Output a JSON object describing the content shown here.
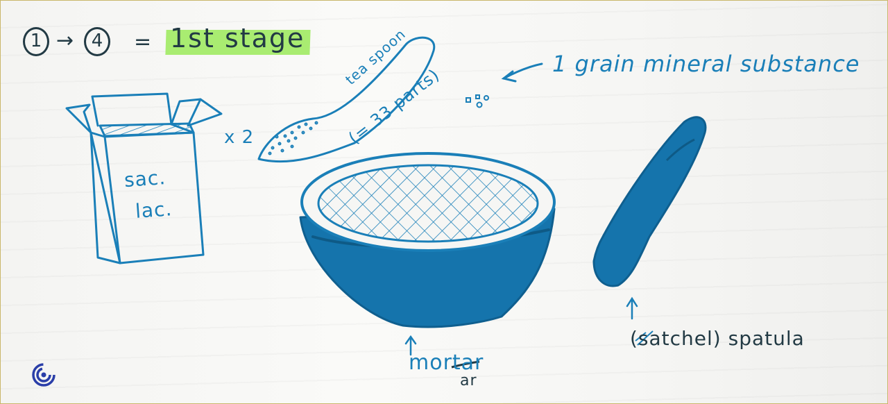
{
  "header": {
    "step_start": "1",
    "arrow": "→",
    "step_end": "4",
    "equals": "=",
    "stage_label": "1st stage"
  },
  "box": {
    "line1": "sac.",
    "line2": "lac."
  },
  "multiplier": "x 2",
  "spoon": {
    "label": "tea spoon",
    "parts": "(= 33 parts)"
  },
  "mineral_label": "1 grain mineral substance",
  "mortar": {
    "caption": "mortar",
    "correction": "ar"
  },
  "pestle": {
    "caption": "(satchel) spatula"
  },
  "colors": {
    "ink_blue": "#1a7fb8",
    "ink_dark": "#223a44",
    "highlight": "#a9ec71",
    "mortar_fill": "#1574ac"
  },
  "logo_icon": "spiral-logo-icon"
}
